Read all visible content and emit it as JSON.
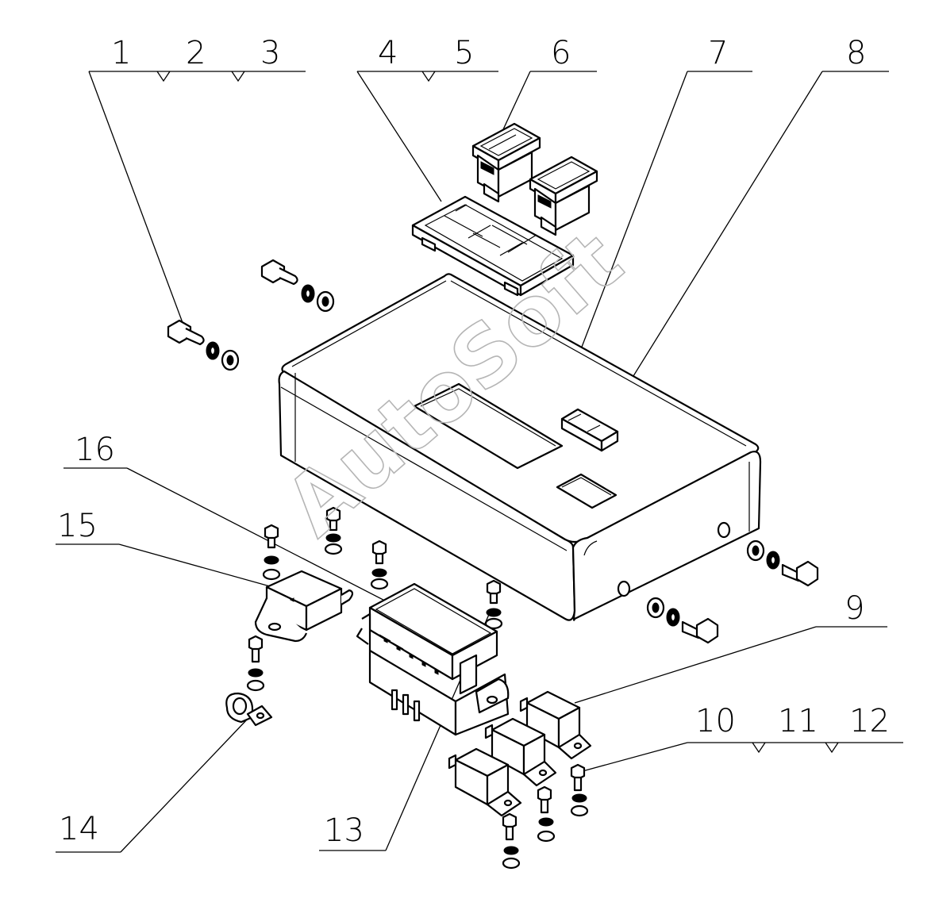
{
  "watermark": "AutoSoft",
  "callouts": [
    {
      "id": "1",
      "label": "1"
    },
    {
      "id": "2",
      "label": "2"
    },
    {
      "id": "3",
      "label": "3"
    },
    {
      "id": "4",
      "label": "4"
    },
    {
      "id": "5",
      "label": "5"
    },
    {
      "id": "6",
      "label": "6"
    },
    {
      "id": "7",
      "label": "7"
    },
    {
      "id": "8",
      "label": "8"
    },
    {
      "id": "9",
      "label": "9"
    },
    {
      "id": "10",
      "label": "10"
    },
    {
      "id": "11",
      "label": "11"
    },
    {
      "id": "12",
      "label": "12"
    },
    {
      "id": "13",
      "label": "13"
    },
    {
      "id": "14",
      "label": "14"
    },
    {
      "id": "15",
      "label": "15"
    },
    {
      "id": "16",
      "label": "16"
    }
  ]
}
